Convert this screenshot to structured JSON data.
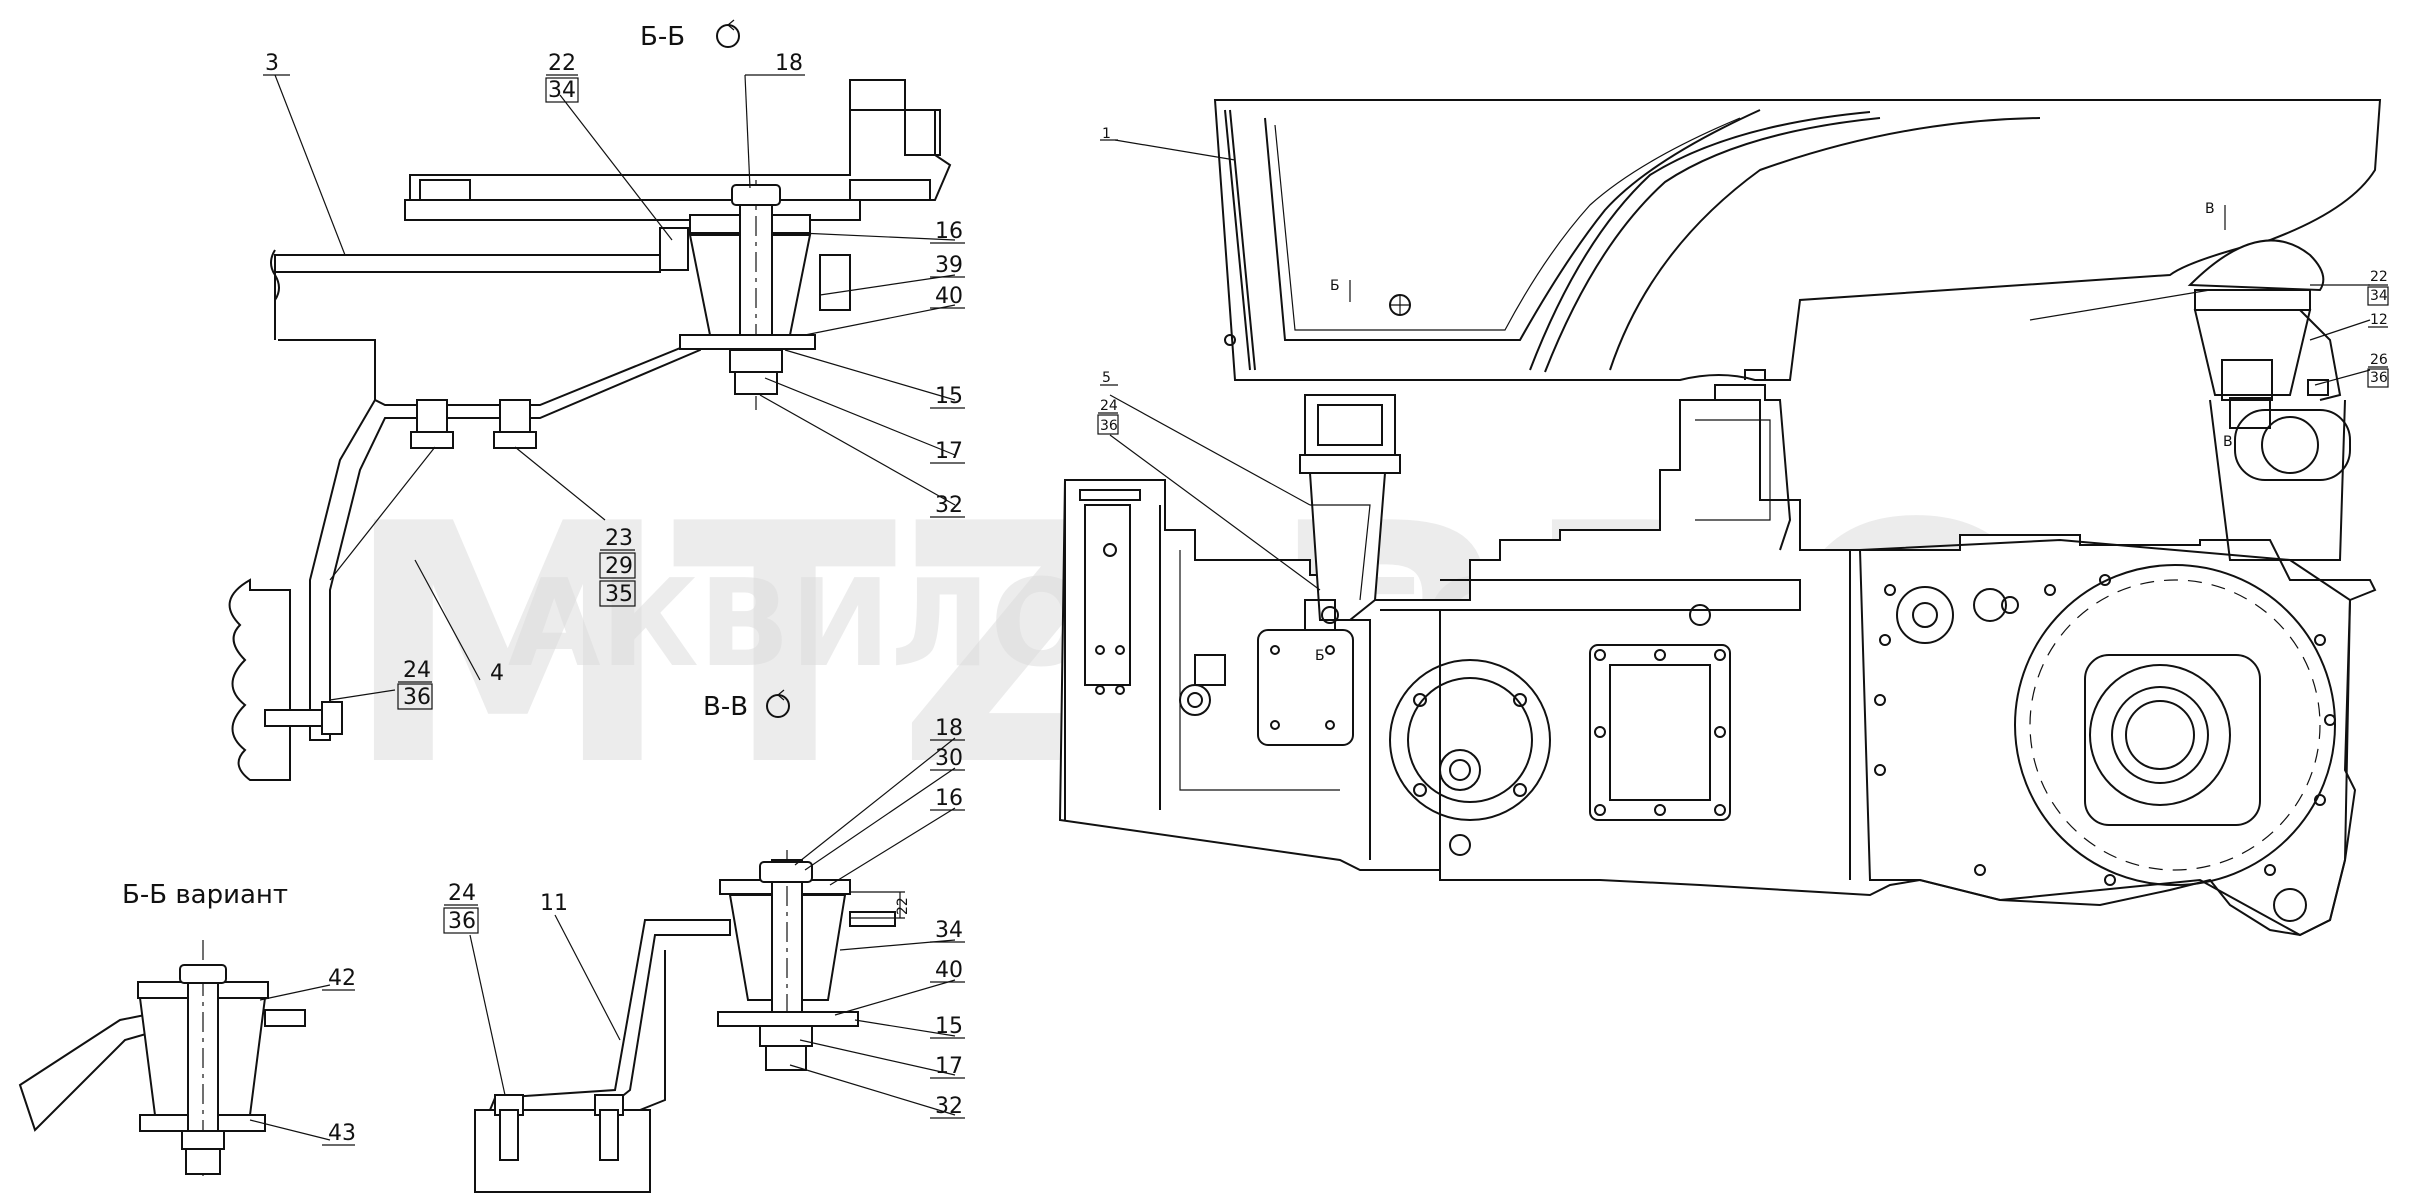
{
  "watermark": {
    "brand": "MTZ-RRO",
    "text": "АКВИЛОН-ЛЕС"
  },
  "sections": {
    "bb": "Б-Б",
    "vv": "В-В",
    "bb_variant": "Б-Б вариант",
    "b_mark": "Б",
    "v_mark": "В"
  },
  "detail_bb": {
    "part_3": "3",
    "part_22": "22",
    "part_34": "34",
    "part_18": "18",
    "part_16": "16",
    "part_39": "39",
    "part_40": "40",
    "part_15": "15",
    "part_17": "17",
    "part_32": "32",
    "part_23": "23",
    "part_29": "29",
    "part_35": "35",
    "part_4": "4",
    "part_24": "24",
    "part_36": "36"
  },
  "detail_vv": {
    "part_18": "18",
    "part_30": "30",
    "part_16": "16",
    "part_22": "22",
    "part_34": "34",
    "part_40": "40",
    "part_15": "15",
    "part_17": "17",
    "part_32": "32",
    "part_24": "24",
    "part_36": "36",
    "part_11": "11"
  },
  "detail_variant": {
    "part_42": "42",
    "part_43": "43"
  },
  "main_view": {
    "part_1": "1",
    "part_5": "5",
    "part_24": "24",
    "part_36": "36",
    "part_22": "22",
    "part_34": "34",
    "part_12": "12",
    "part_26": "26",
    "part_36b": "36"
  }
}
